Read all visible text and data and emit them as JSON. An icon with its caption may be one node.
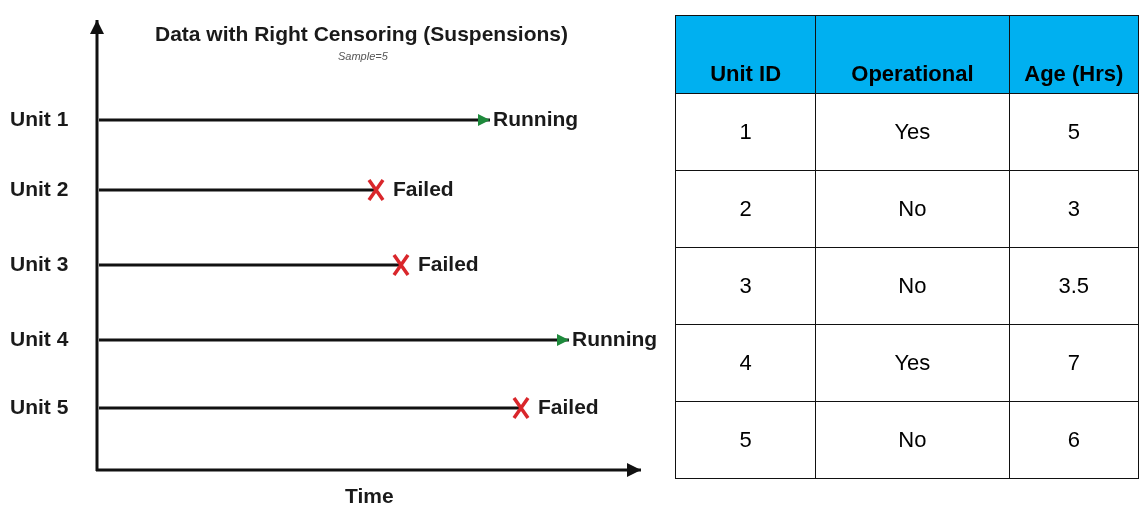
{
  "diagram": {
    "title": "Data with Right Censoring (Suspensions)",
    "nodes": [
      {
        "text": [
          "Running"
        ]
      },
      {
        "text": [
          "Failed"
        ]
      },
      {
        "text": [
          "Failed"
        ]
      },
      {
        "text": [
          "Running"
        ]
      },
      {
        "text": [
          "Failed"
        ]
      }
    ],
    "edges": [
      {
        "from": null,
        "to": 0,
        "arrow": "to"
      },
      {
        "from": null,
        "to": 1,
        "arrow": "other"
      },
      {
        "from": null,
        "to": 2,
        "arrow": "other"
      },
      {
        "from": null,
        "to": 3,
        "arrow": "to"
      },
      {
        "from": null,
        "to": 4,
        "arrow": "other"
      }
    ],
    "labels": [
      "Sample=5",
      "Unit 1",
      "Unit 2",
      "Unit 3",
      "Unit 4",
      "Unit 5",
      "Time",
      "Unit ID",
      "Operational",
      "Age (Hrs)",
      "1",
      "Yes",
      "5",
      "2",
      "No",
      "3",
      "3",
      "No",
      "3.5",
      "4",
      "Yes",
      "7",
      "5",
      "No",
      "6"
    ]
  }
}
